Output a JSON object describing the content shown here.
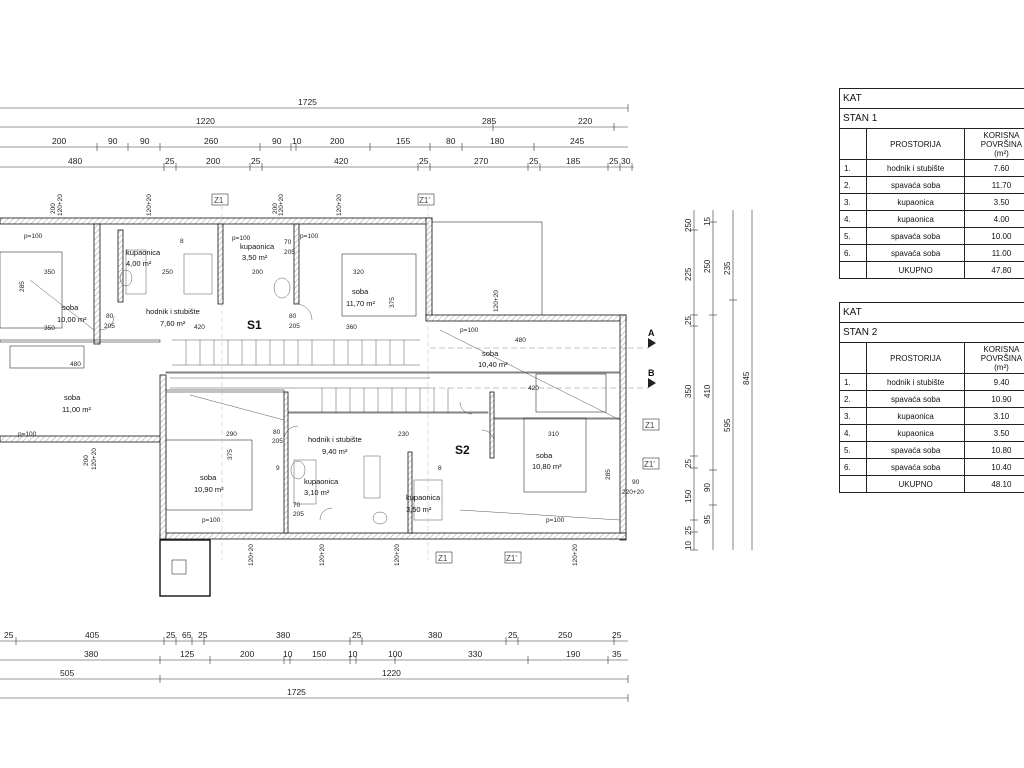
{
  "tables": [
    {
      "kat_label": "KAT",
      "stan_label": "STAN 1",
      "col_room": "PROSTORIJA",
      "col_area_line1": "KORISNA POVRŠINA",
      "col_area_line2": "(m²)",
      "rows": [
        {
          "num": "1.",
          "room": "hodnik i stubište",
          "area": "7.60"
        },
        {
          "num": "2.",
          "room": "spavaća soba",
          "area": "11.70"
        },
        {
          "num": "3.",
          "room": "kupaonica",
          "area": "3.50"
        },
        {
          "num": "4.",
          "room": "kupaonica",
          "area": "4.00"
        },
        {
          "num": "5.",
          "room": "spavaća soba",
          "area": "10.00"
        },
        {
          "num": "6.",
          "room": "spavaća soba",
          "area": "11.00"
        }
      ],
      "total_label": "UKUPNO",
      "total": "47.80"
    },
    {
      "kat_label": "KAT",
      "stan_label": "STAN 2",
      "col_room": "PROSTORIJA",
      "col_area_line1": "KORISNA POVRŠINA",
      "col_area_line2": "(m²)",
      "rows": [
        {
          "num": "1.",
          "room": "hodnik i stubište",
          "area": "9.40"
        },
        {
          "num": "2.",
          "room": "spavaća soba",
          "area": "10.90"
        },
        {
          "num": "3.",
          "room": "kupaonica",
          "area": "3.10"
        },
        {
          "num": "4.",
          "room": "kupaonica",
          "area": "3.50"
        },
        {
          "num": "5.",
          "room": "spavaća soba",
          "area": "10.80"
        },
        {
          "num": "6.",
          "room": "spavaća soba",
          "area": "10.40"
        }
      ],
      "total_label": "UKUPNO",
      "total": "48.10"
    }
  ],
  "plan": {
    "flat_s1": "S1",
    "flat_s2": "S2",
    "section_a": "A",
    "section_b": "B",
    "marker_z1": "Z1",
    "marker_z1p": "Z1'",
    "top_dims": {
      "row1": [
        "1725"
      ],
      "row2": [
        "1220",
        "285",
        "220"
      ],
      "row3": [
        "200",
        "90",
        "90",
        "260",
        "90",
        "10",
        "200",
        "155",
        "80",
        "180",
        "245"
      ],
      "row4": [
        "480",
        "25",
        "200",
        "25",
        "420",
        "25",
        "270",
        "25",
        "185",
        "25",
        "30"
      ]
    },
    "bottom_dims": {
      "row1": [
        "25",
        "405",
        "25",
        "65",
        "25",
        "380",
        "25",
        "380",
        "25",
        "250",
        "25"
      ],
      "row2": [
        "380",
        "125",
        "200",
        "10",
        "150",
        "10",
        "100",
        "330",
        "190",
        "35"
      ],
      "row3": [
        "505",
        "1220"
      ],
      "row4": [
        "1725"
      ]
    },
    "right_dims": {
      "col1": [
        "250",
        "225",
        "25",
        "350",
        "25",
        "150",
        "25",
        "10"
      ],
      "col2": [
        "15",
        "250",
        "410",
        "90",
        "95"
      ],
      "col3": [
        "235",
        "595"
      ],
      "col4": [
        "845"
      ]
    },
    "rooms": {
      "r_w1_name": "soba",
      "r_w1_area": "10,00 m²",
      "r_w2_name": "soba",
      "r_w2_area": "11,00 m²",
      "r_bath1_name": "kupaonica",
      "r_bath1_area": "4,00 m²",
      "r_hall1_name": "hodnik i stubište",
      "r_hall1_area": "7,60 m²",
      "r_bath2_name": "kupaonica",
      "r_bath2_area": "3,50 m²",
      "r_n1_name": "soba",
      "r_n1_area": "11,70 m²",
      "r_e1_name": "soba",
      "r_e1_area": "10,40 m²",
      "r_s1_name": "soba",
      "r_s1_area": "10,90 m²",
      "r_hall2_name": "hodnik i stubište",
      "r_hall2_area": "9,40 m²",
      "r_bath3_name": "kupaonica",
      "r_bath3_area": "3,10 m²",
      "r_bath4_name": "kupaonica",
      "r_bath4_area": "3,50 m²",
      "r_se_name": "soba",
      "r_se_area": "10,80 m²"
    },
    "inner": {
      "d350a": "350",
      "d350b": "350",
      "d285": "285",
      "d480a": "480",
      "d250a": "250",
      "d200a": "200",
      "d320": "320",
      "d375a": "375",
      "d420a": "420",
      "d360": "360",
      "d80a": "80",
      "d205a": "205",
      "d80b": "80",
      "d205b": "205",
      "d70a": "70",
      "d205c": "205",
      "d480b": "480",
      "d420b": "420",
      "d290": "290",
      "d375b": "375",
      "d310": "310",
      "d285b": "285",
      "d230": "230",
      "d80c": "80",
      "d205d": "205",
      "d70b": "70",
      "d205e": "205",
      "d90": "90",
      "d220": "220+20",
      "p1": "p=100",
      "p2": "p=100",
      "p3": "p=100",
      "p4": "p=100",
      "p5": "p=100",
      "p6": "p=100",
      "p7": "p=100",
      "n9": "9",
      "n8a": "8",
      "n8b": "8",
      "w1": "120+20",
      "w2": "120+20",
      "w3": "120+20",
      "w4": "120+20",
      "w5": "120+20",
      "w6": "120+20",
      "w7": "120+20",
      "w8": "120+20",
      "w9": "120+20",
      "w10": "120+20",
      "h1": "200",
      "h2": "200",
      "h3": "200"
    }
  }
}
